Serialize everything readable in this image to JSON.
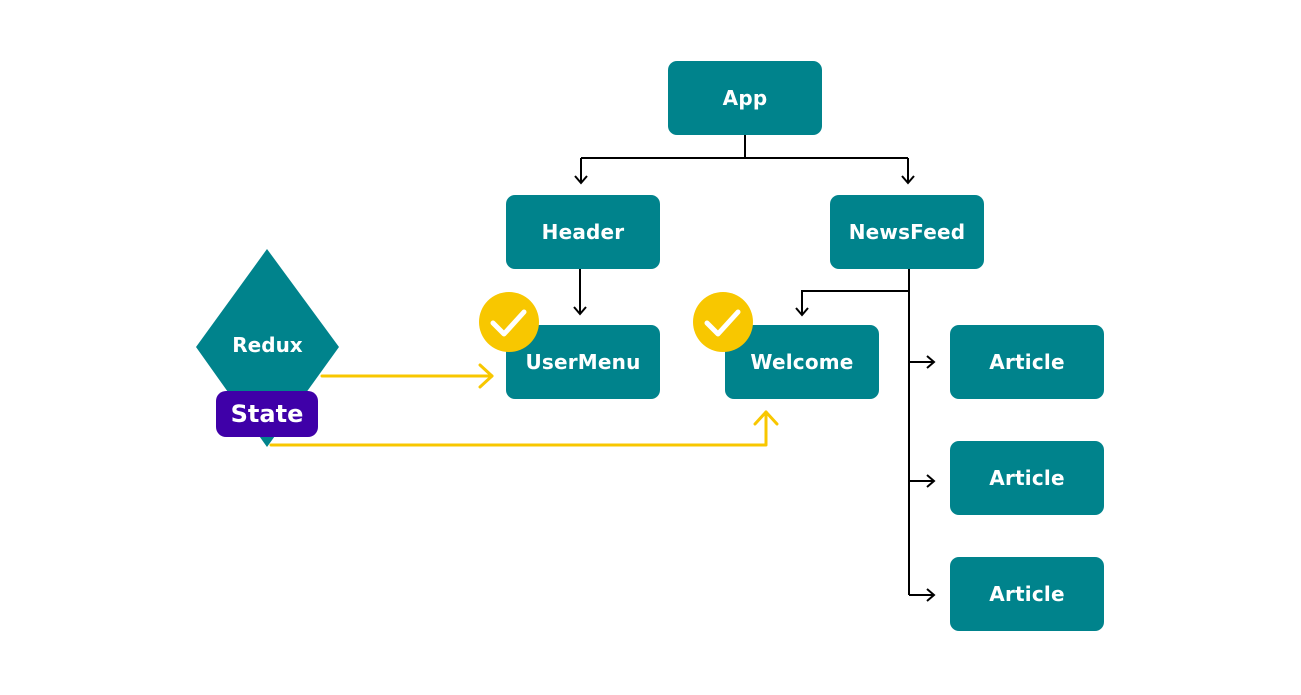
{
  "nodes": {
    "app": "App",
    "header": "Header",
    "newsfeed": "NewsFeed",
    "usermenu": "UserMenu",
    "welcome": "Welcome",
    "articles": [
      "Article",
      "Article",
      "Article"
    ]
  },
  "redux": {
    "label": "Redux",
    "state_label": "State"
  },
  "colors": {
    "node_fill": "#00838c",
    "node_text": "#ffffff",
    "state_fill": "#3f00a8",
    "check_fill": "#f8c700",
    "subscription_line": "#f8c700",
    "tree_line": "#000000"
  },
  "icons": {
    "check": "check-circle-icon"
  }
}
